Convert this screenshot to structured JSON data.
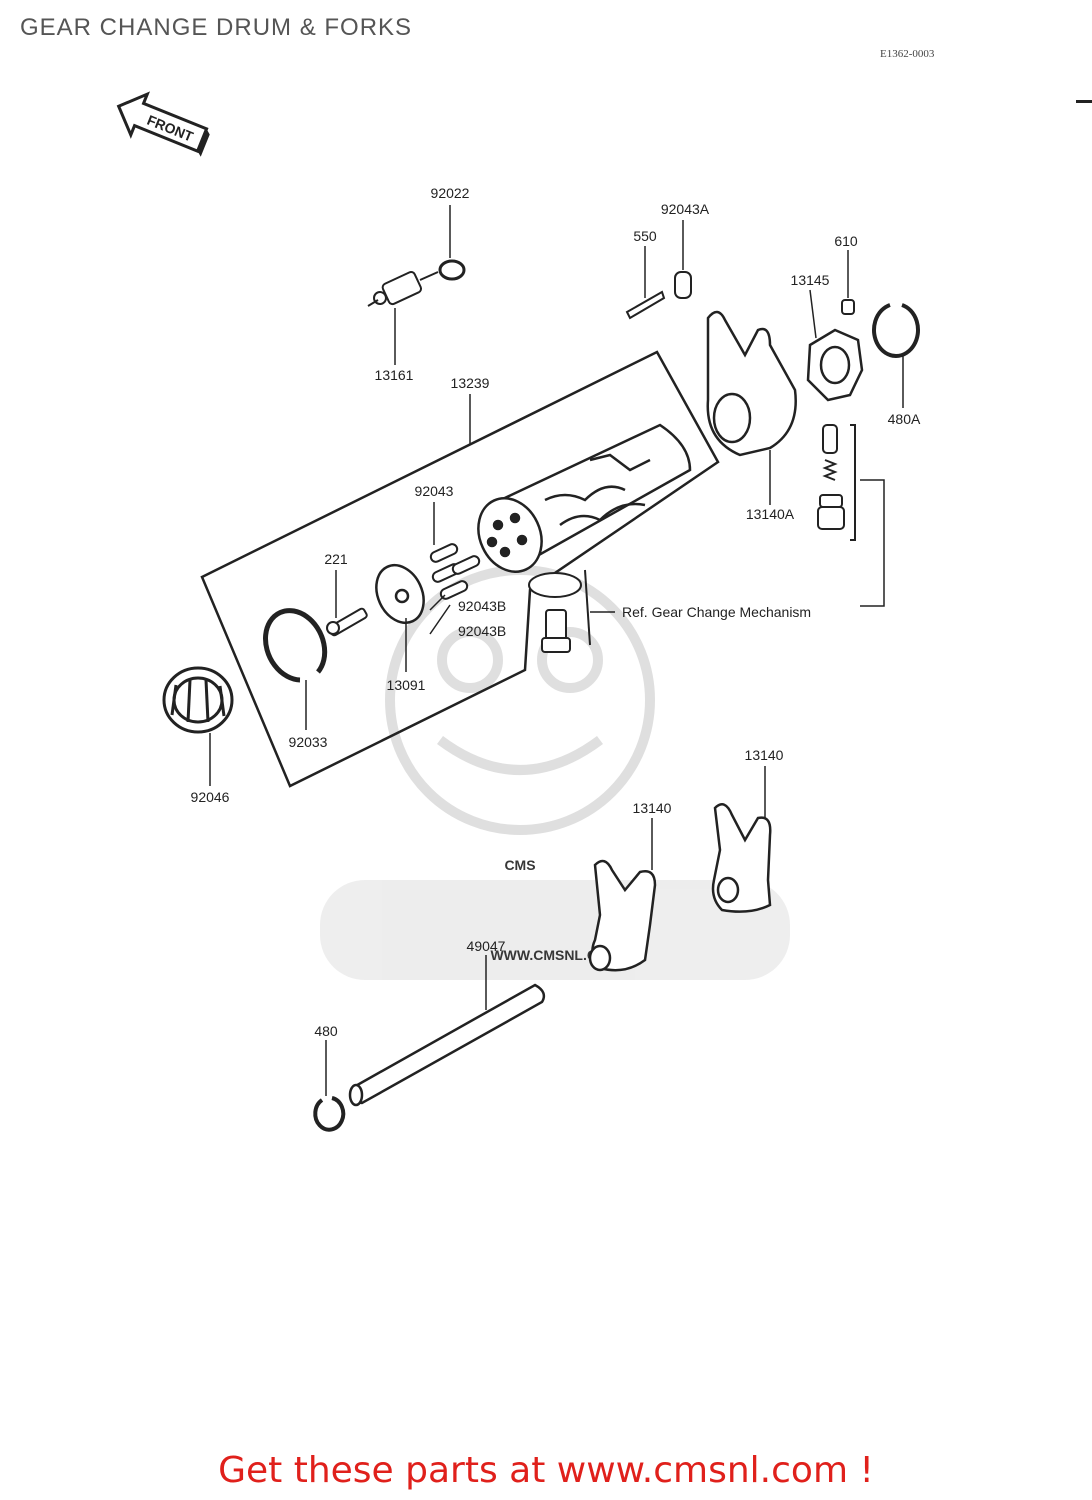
{
  "header": {
    "title": "GEAR CHANGE DRUM & FORKS",
    "diagram_code": "E1362-0003"
  },
  "orientation": {
    "front_label": "FRONT"
  },
  "parts": [
    {
      "id": "p-92022",
      "number": "92022"
    },
    {
      "id": "p-92043a",
      "number": "92043A"
    },
    {
      "id": "p-550",
      "number": "550"
    },
    {
      "id": "p-610",
      "number": "610"
    },
    {
      "id": "p-13145",
      "number": "13145"
    },
    {
      "id": "p-480a",
      "number": "480A"
    },
    {
      "id": "p-13161",
      "number": "13161"
    },
    {
      "id": "p-13239",
      "number": "13239"
    },
    {
      "id": "p-13140a",
      "number": "13140A"
    },
    {
      "id": "p-92043",
      "number": "92043"
    },
    {
      "id": "p-221",
      "number": "221"
    },
    {
      "id": "p-92043b-1",
      "number": "92043B"
    },
    {
      "id": "p-92043b-2",
      "number": "92043B"
    },
    {
      "id": "p-13091",
      "number": "13091"
    },
    {
      "id": "p-92033",
      "number": "92033"
    },
    {
      "id": "p-92046",
      "number": "92046"
    },
    {
      "id": "p-13140-1",
      "number": "13140"
    },
    {
      "id": "p-13140-2",
      "number": "13140"
    },
    {
      "id": "p-49047",
      "number": "49047"
    },
    {
      "id": "p-480",
      "number": "480"
    }
  ],
  "reference": {
    "text": "Ref.  Gear Change Mechanism"
  },
  "watermark": {
    "brand": "CMS",
    "url": "WWW.CMSNL.COM"
  },
  "footer": {
    "link_text": "Get these parts at www.cmsnl.com !"
  },
  "colors": {
    "footer_link": "#e0201b",
    "line_art": "#222222",
    "watermark": "#d9d9d9"
  }
}
